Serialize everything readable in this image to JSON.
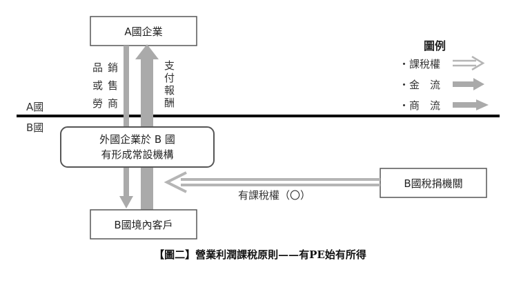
{
  "boxes": {
    "a_enterprise": "A國企業",
    "pe_line1": "外國企業於 B 國",
    "pe_line2": "有形成常設機構",
    "b_customer": "B國境內客戶",
    "b_tax_authority": "B國稅捐機關"
  },
  "country_labels": {
    "a": "A國",
    "b": "B國"
  },
  "flow_labels": {
    "goods_col1": [
      "品",
      "或",
      "勞"
    ],
    "goods_col2": [
      "銷",
      "售",
      "商"
    ],
    "payment": [
      "支",
      "付",
      "報",
      "酬"
    ],
    "taxing_right": "有課稅權（〇）"
  },
  "legend": {
    "title": "圖例",
    "items": [
      "・課稅權",
      "・金　流",
      "・商　流"
    ]
  },
  "caption": "【圖二】營業利潤課稅原則——有PE始有所得",
  "colors": {
    "arrow": "#aaaaaa",
    "outline_arrow": "#b5b5b5",
    "box_border": "#555555",
    "divider": "#000000"
  }
}
